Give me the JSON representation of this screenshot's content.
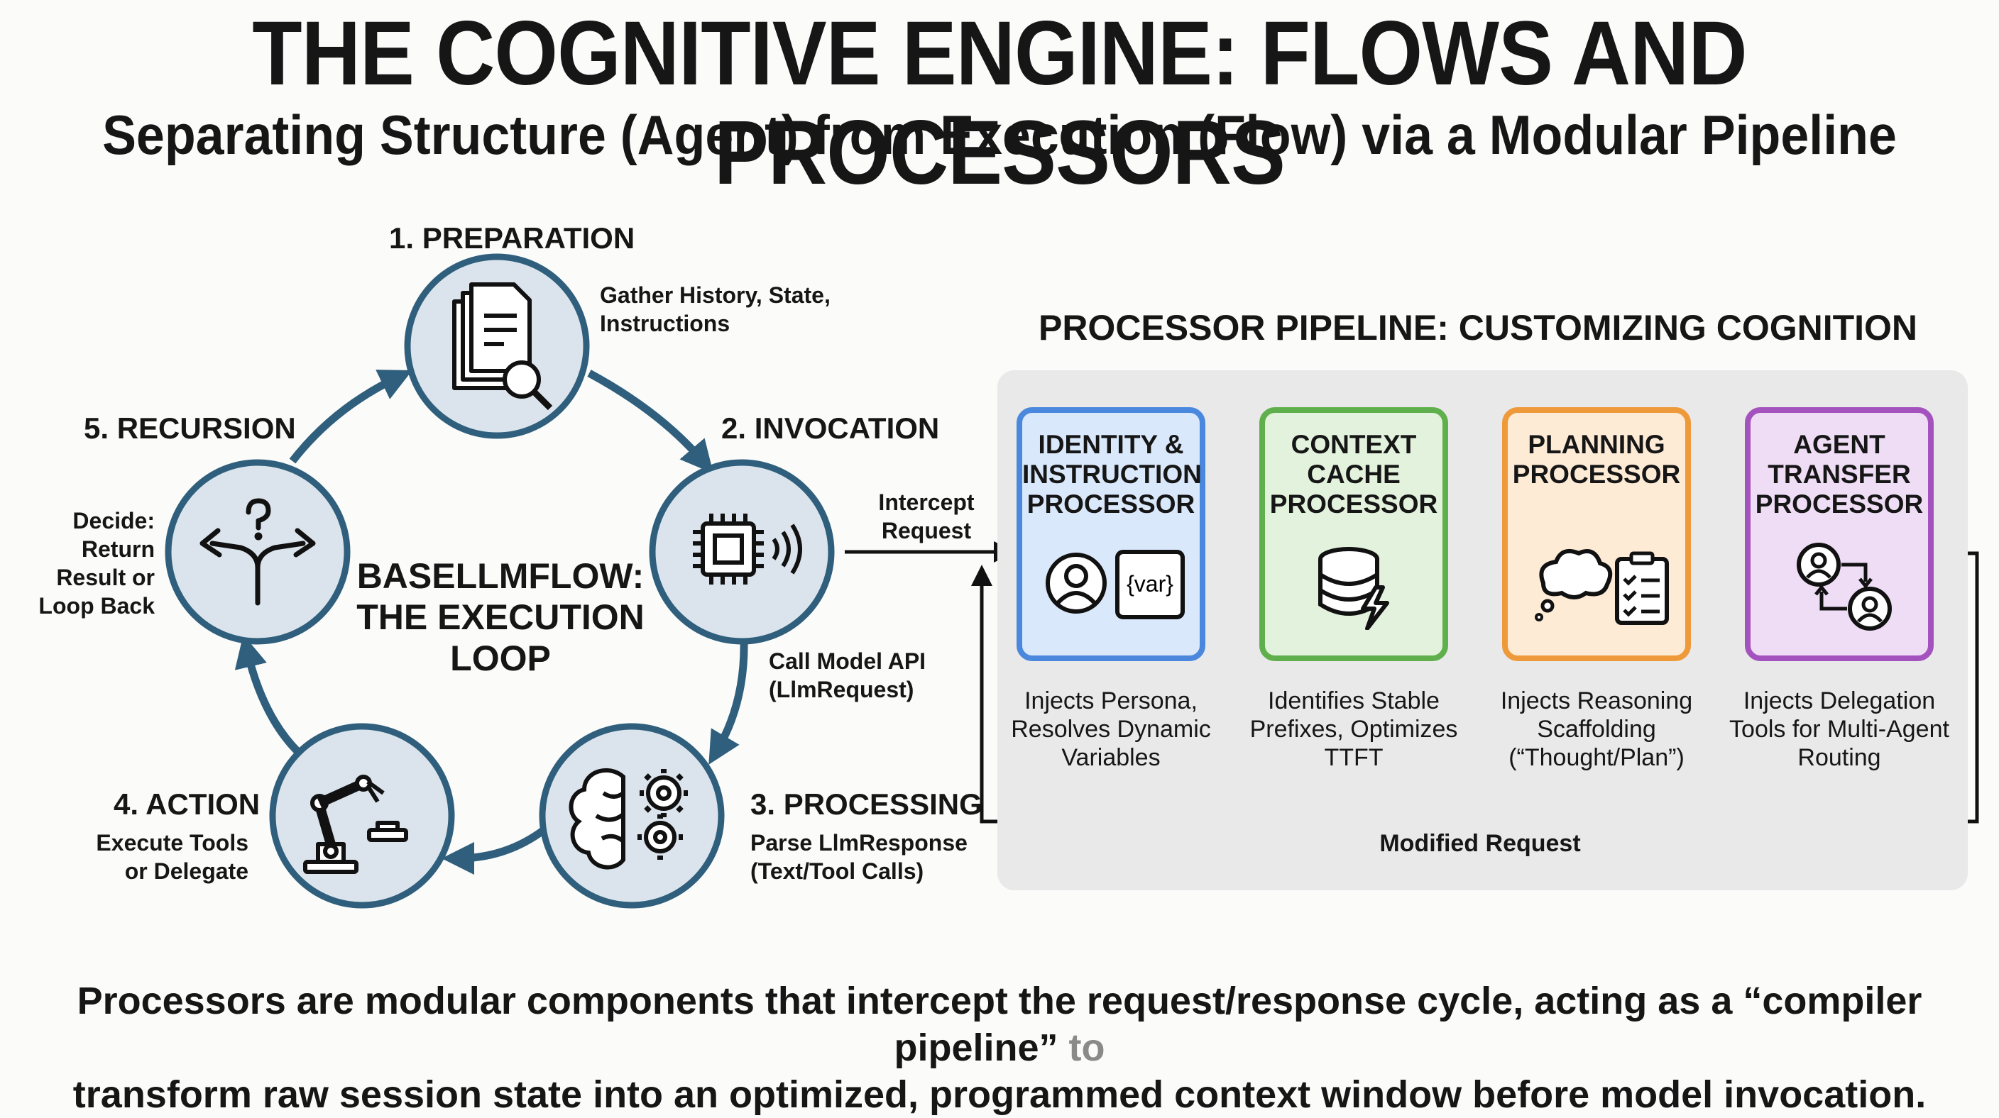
{
  "header": {
    "title": "THE COGNITIVE ENGINE: FLOWS AND PROCESSORS",
    "subtitle": "Separating Structure (Agent) from Execution (Flow) via a Modular Pipeline"
  },
  "loop": {
    "center_title": "BASELLMFLOW: THE EXECUTION LOOP",
    "stages": [
      {
        "label": "1. PREPARATION",
        "desc": "Gather History, State, Instructions",
        "icon": "documents-search-icon"
      },
      {
        "label": "2. INVOCATION",
        "desc": "Call Model API (LlmRequest)",
        "icon": "chip-signal-icon"
      },
      {
        "label": "3. PROCESSING",
        "desc": "Parse LlmResponse (Text/Tool Calls)",
        "icon": "brain-gears-icon"
      },
      {
        "label": "4. ACTION",
        "desc": "Execute Tools or Delegate",
        "icon": "robot-arm-icon"
      },
      {
        "label": "5. RECURSION",
        "desc": "Decide: Return Result or Loop Back",
        "icon": "fork-question-icon"
      }
    ],
    "intercept_label": "Intercept Request"
  },
  "pipeline": {
    "title": "PROCESSOR PIPELINE: CUSTOMIZING COGNITION",
    "processors": [
      {
        "name": "IDENTITY & INSTRUCTION PROCESSOR",
        "desc": "Injects Persona, Resolves Dynamic Variables",
        "color": "#4a88dd",
        "fill": "#d9e8fb",
        "icon": "persona-variable-icon",
        "icon_text": "{var}"
      },
      {
        "name": "CONTEXT CACHE PROCESSOR",
        "desc": "Identifies Stable Prefixes, Optimizes TTFT",
        "color": "#5fb04c",
        "fill": "#e2f2dc",
        "icon": "database-bolt-icon"
      },
      {
        "name": "PLANNING PROCESSOR",
        "desc": "Injects Reasoning Scaffolding (“Thought/Plan”)",
        "color": "#ef9a3a",
        "fill": "#fdebd6",
        "icon": "thought-checklist-icon"
      },
      {
        "name": "AGENT TRANSFER PROCESSOR",
        "desc": "Injects Delegation Tools for Multi-Agent Routing",
        "color": "#a452bd",
        "fill": "#efdcf5",
        "icon": "agent-transfer-icon"
      }
    ],
    "feedback_label": "Modified Request"
  },
  "footer": {
    "line1": "Processors are modular components that intercept the request/response cycle, acting as a “compiler pipeline”",
    "line1_tail": "to",
    "line2": "transform raw session state into an optimized, programmed context window before model invocation."
  },
  "colors": {
    "arrow": "#2f5f7c",
    "node_fill": "#dbe4ec",
    "node_border": "#2f5f7c",
    "panel": "#e9e9e9"
  }
}
